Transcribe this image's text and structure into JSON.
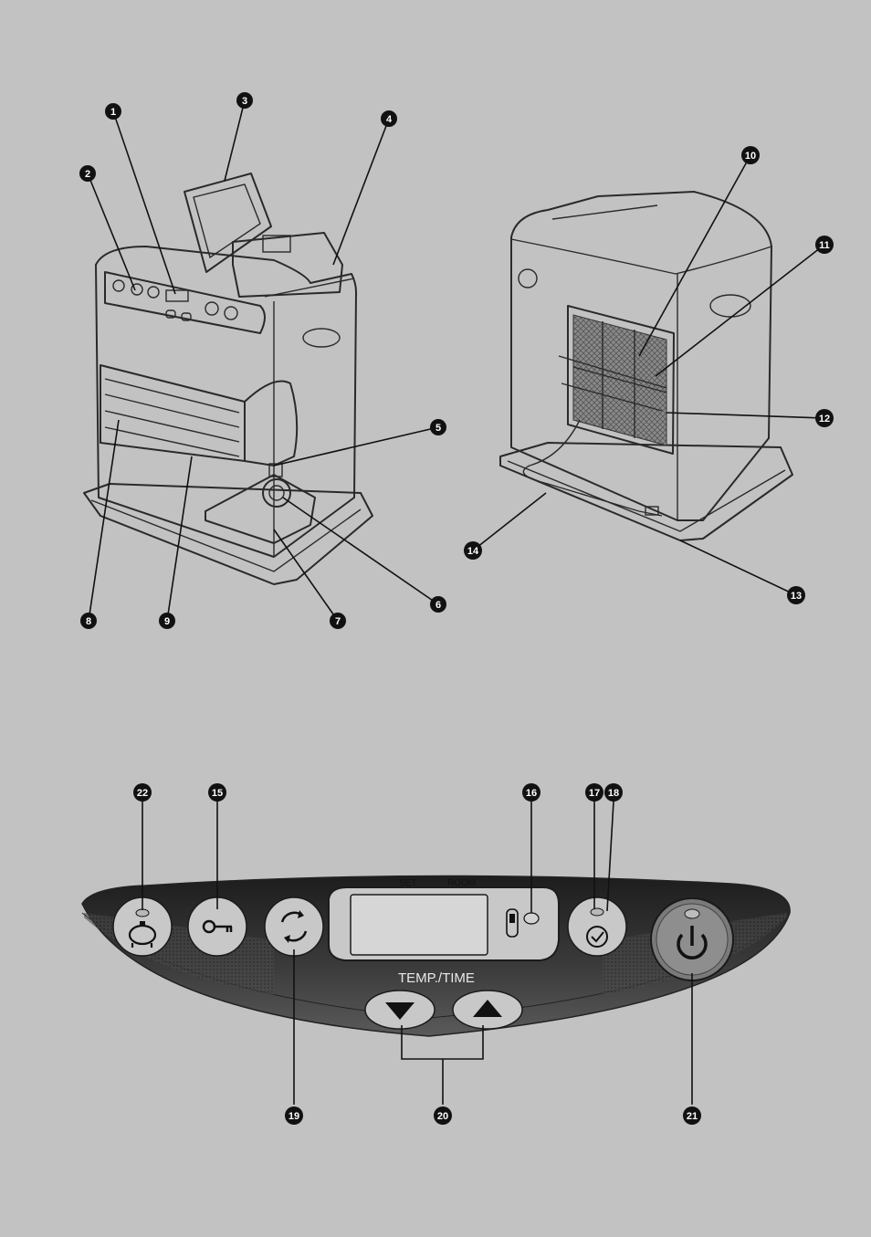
{
  "callouts": [
    "1",
    "2",
    "3",
    "4",
    "5",
    "6",
    "7",
    "8",
    "9",
    "10",
    "11",
    "12",
    "13",
    "14",
    "15",
    "16",
    "17",
    "18",
    "19",
    "20",
    "21",
    "22"
  ],
  "panel": {
    "set_label": "SET",
    "room_label": "ROOM",
    "temp_time_label": "TEMP./TIME"
  },
  "icons": {
    "eco": "piggy-bank-icon",
    "lock": "key-icon",
    "fan": "circular-arrows-icon",
    "filter": "filter-indicator-icon",
    "timer": "clock-check-icon",
    "power": "power-icon",
    "down": "down-arrow-icon",
    "up": "up-arrow-icon"
  },
  "colors": {
    "background": "#c2c2c2",
    "panel_dark": "#333333",
    "button_fill": "#c8c8c8",
    "callout_fill": "#111111"
  }
}
